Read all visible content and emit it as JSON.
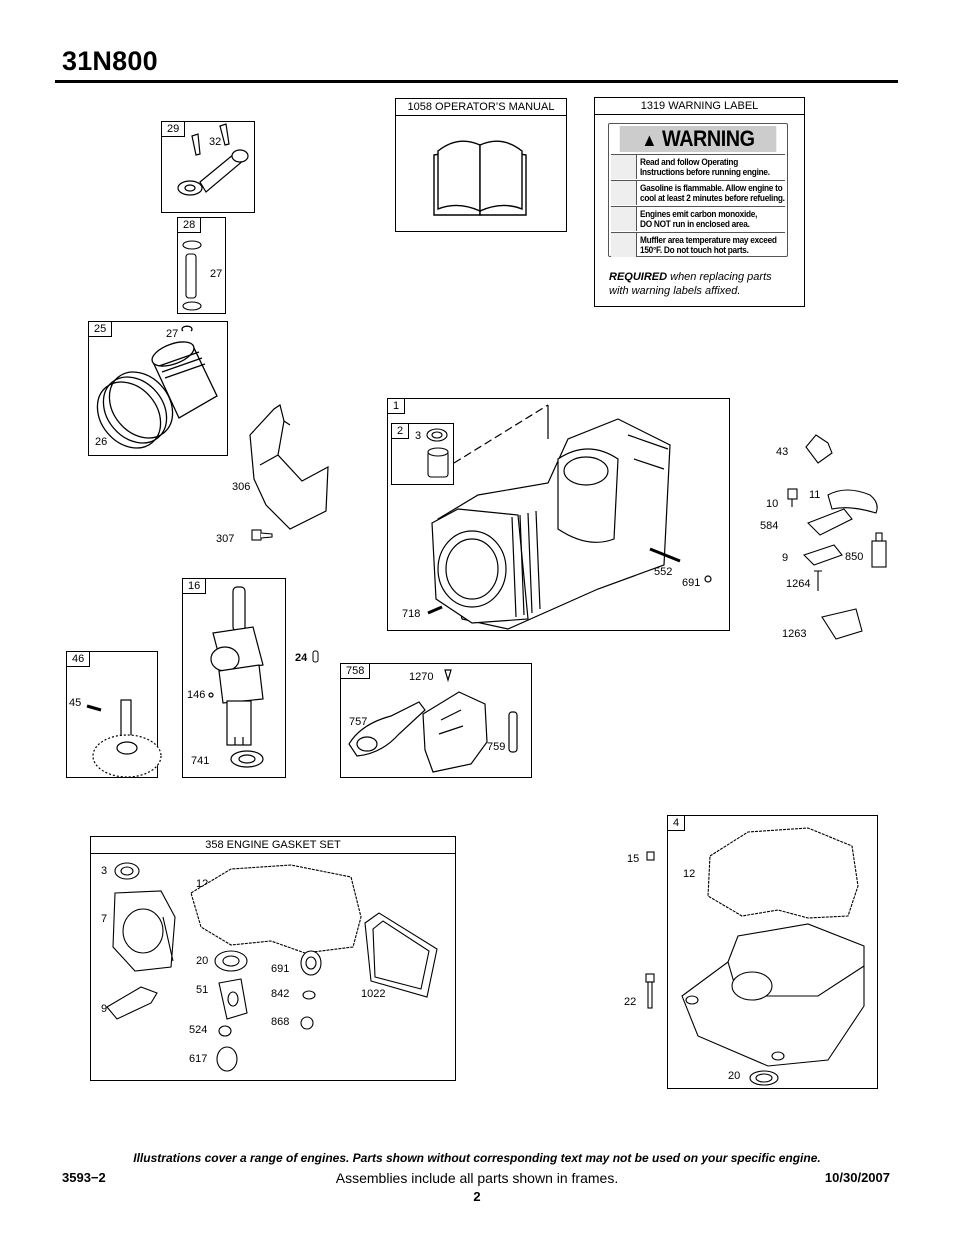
{
  "title": "31N800",
  "frames": {
    "f29": {
      "tag": "29",
      "n32": "32"
    },
    "f28": {
      "tag": "28",
      "n27": "27"
    },
    "f25": {
      "tag": "25",
      "n27": "27",
      "n26": "26"
    },
    "manual": {
      "header": "1058 OPERATOR’S MANUAL"
    },
    "warning": {
      "header": "1319 WARNING LABEL",
      "heading": "WARNING",
      "rows": [
        [
          "Read and follow Operating",
          "Instructions before running engine."
        ],
        [
          "Gasoline is flammable. Allow engine to",
          "cool at least 2 minutes before refueling."
        ],
        [
          "Engines emit carbon monoxide,",
          "DO NOT run in enclosed area."
        ],
        [
          "Muffler area temperature may exceed",
          "150°F.  Do not touch hot parts."
        ]
      ],
      "required_bold": "REQUIRED",
      "required_rest": " when replacing parts",
      "required_line2": "with warning labels affixed."
    },
    "f1": {
      "tag": "1",
      "tag2": "2",
      "n3": "3",
      "n552": "552",
      "n691": "691",
      "n718": "718"
    },
    "f16": {
      "tag": "16",
      "n146": "146",
      "n741": "741"
    },
    "f46": {
      "tag": "46",
      "n45": "45"
    },
    "f758": {
      "tag": "758",
      "n1270": "1270",
      "n757": "757",
      "n759": "759"
    },
    "gasket": {
      "header": "358 ENGINE GASKET SET",
      "n3": "3",
      "n12": "12",
      "n7": "7",
      "n20": "20",
      "n691": "691",
      "n51": "51",
      "n842": "842",
      "n1022": "1022",
      "n9": "9",
      "n868": "868",
      "n524": "524",
      "n617": "617"
    },
    "f4": {
      "tag": "4",
      "n12": "12",
      "n20": "20"
    }
  },
  "loose": {
    "n306": "306",
    "n307": "307",
    "n24": "24",
    "n43": "43",
    "n10": "10",
    "n11": "11",
    "n584": "584",
    "n9": "9",
    "n850": "850",
    "n1264": "1264",
    "n1263": "1263",
    "n15": "15",
    "n22": "22"
  },
  "footer": {
    "disclaimer": "Illustrations cover a range of engines. Parts shown without corresponding text may not be used on your specific engine.",
    "code": "3593−2",
    "note": "Assemblies include all parts shown in frames.",
    "date": "10/30/2007",
    "page": "2"
  }
}
